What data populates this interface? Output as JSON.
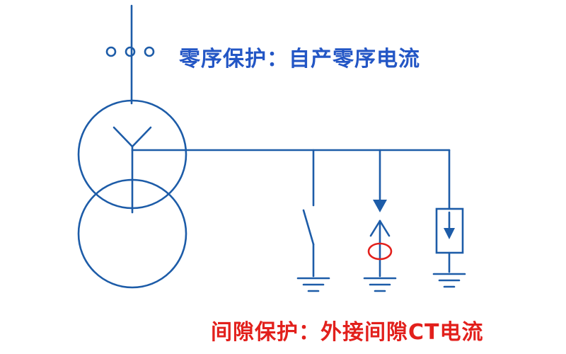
{
  "diagram": {
    "title_top": "零序保护：自产零序电流",
    "title_bottom": "间隙保护：外接间隙CT电流",
    "colors": {
      "line_blue": "#1d5ca8",
      "text_blue": "#2356c5",
      "text_red": "#e2201c",
      "ct_red": "#e2201c",
      "background": "#ffffff"
    },
    "components": [
      "neutral-lead",
      "breaker-contacts",
      "two-winding-transformer",
      "wye-winding",
      "neutral-bus",
      "disconnect-switch",
      "spark-gap",
      "gap-ct",
      "surge-arrester",
      "ground-1",
      "ground-2",
      "ground-3"
    ]
  }
}
